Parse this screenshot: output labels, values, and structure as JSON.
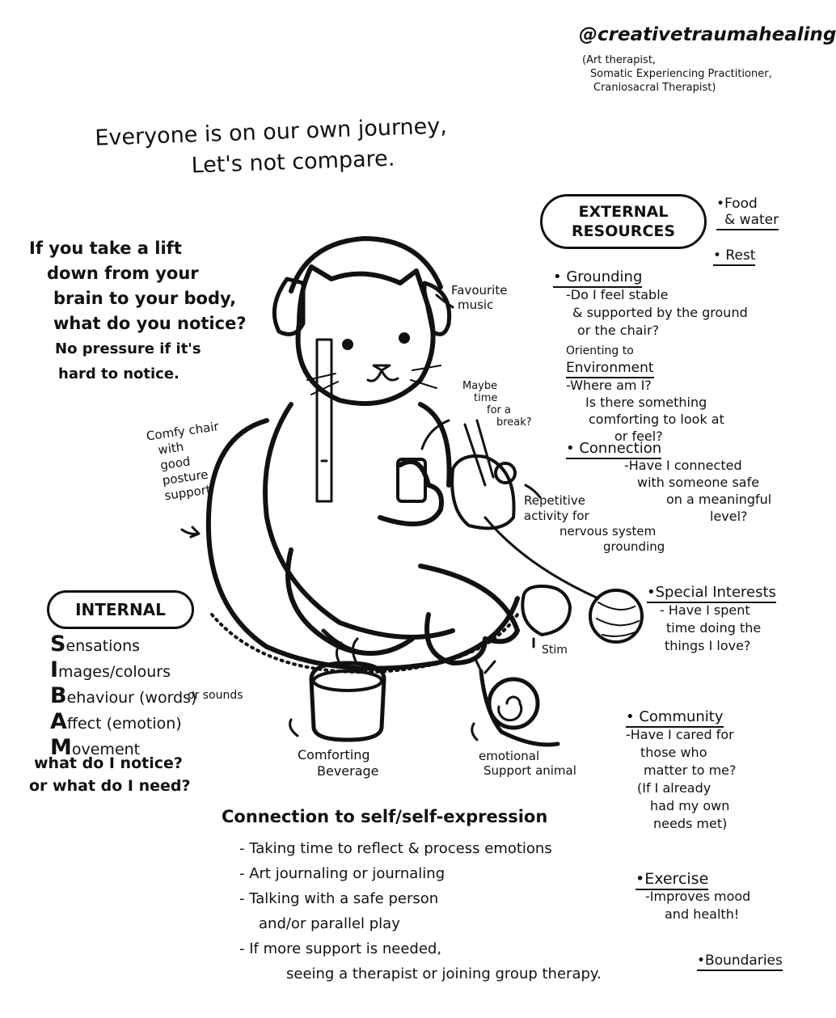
{
  "handle": "@creativetraumahealing",
  "credentials": [
    "(Art therapist,",
    "Somatic Experiencing Practitioner,",
    "Craniosacral Therapist)"
  ],
  "headline": [
    "Everyone is on our own journey,",
    "Let's not compare."
  ],
  "body_prompt": [
    "If you take a lift",
    "down from your",
    "brain to your body,",
    "what do you notice?",
    "No pressure if it's",
    "hard to notice."
  ],
  "external": {
    "title": [
      "EXTERNAL",
      "RESOURCES"
    ],
    "food": [
      "•Food",
      "& water"
    ],
    "rest": "• Rest",
    "grounding": {
      "title": "• Grounding",
      "lines": [
        "-Do I feel stable",
        "& supported by the ground",
        "or the chair?"
      ]
    },
    "orienting": {
      "title_lines": [
        "Orienting to",
        "Environment"
      ],
      "lines": [
        "-Where am I?",
        "Is there something",
        "comforting to look at",
        "or feel?"
      ]
    },
    "connection": {
      "title": "• Connection",
      "lines": [
        "-Have I connected",
        "with someone safe",
        "on a meaningful",
        "level?"
      ]
    },
    "special_interests": {
      "title": "•Special Interests",
      "lines": [
        "- Have I spent",
        "time doing the",
        "things I love?"
      ]
    },
    "community": {
      "title": "• Community",
      "lines": [
        "-Have I cared for",
        "those who",
        "matter to me?",
        "(If I already",
        "had my own",
        "needs met)"
      ]
    },
    "exercise": {
      "title": "•Exercise",
      "lines": [
        "-Improves mood",
        "and health!"
      ]
    },
    "boundaries": "•Boundaries"
  },
  "annotations": {
    "music": [
      "Favourite",
      "music"
    ],
    "break": [
      "Maybe",
      "time",
      "for a",
      "break?"
    ],
    "chair": [
      "Comfy chair",
      "with",
      "good",
      "posture",
      "support"
    ],
    "repetitive": [
      "Repetitive",
      "activity for",
      "nervous system",
      "grounding"
    ],
    "stim": "Stim",
    "beverage": [
      "Comforting",
      "Beverage"
    ],
    "support_animal": [
      "emotional",
      "Support animal"
    ]
  },
  "internal": {
    "title": "INTERNAL",
    "sibam": [
      {
        "letter": "S",
        "rest": "ensations"
      },
      {
        "letter": "I",
        "rest": "mages/colours"
      },
      {
        "letter": "B",
        "rest": "ehaviour (words)"
      },
      {
        "letter": "A",
        "rest": "ffect (emotion)"
      },
      {
        "letter": "M",
        "rest": "ovement"
      }
    ],
    "or_sounds": "or sounds",
    "questions": [
      "what do I notice?",
      "or what do I need?"
    ]
  },
  "self_expression": {
    "title": "Connection to self/self-expression",
    "items": [
      "- Taking time to reflect & process emotions",
      "- Art journaling or journaling",
      "- Talking with a safe person",
      "and/or parallel play",
      "- If more support is needed,",
      "seeing a therapist or joining group therapy."
    ]
  }
}
